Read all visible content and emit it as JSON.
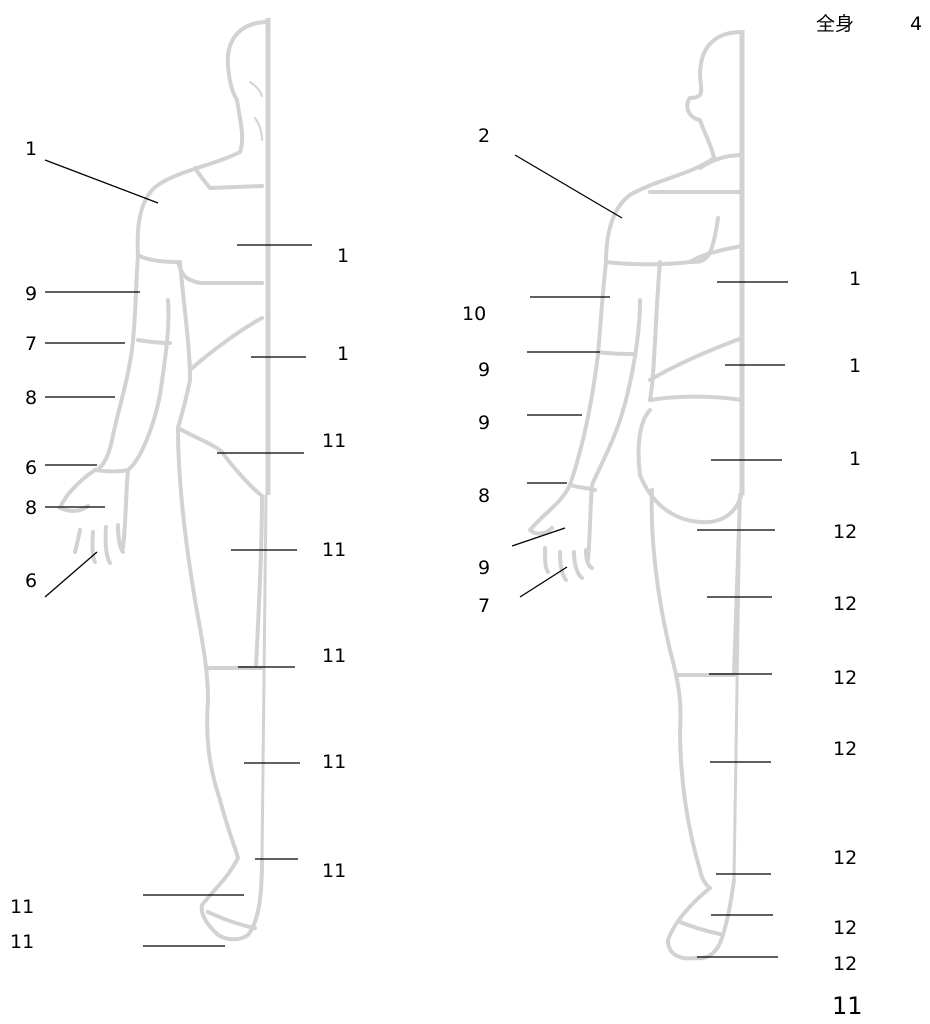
{
  "title": "全身",
  "page_number": "4",
  "footer_number": "11",
  "front_labels": [
    "1",
    "1",
    "1",
    "9",
    "7",
    "8",
    "6",
    "8",
    "6",
    "11",
    "11",
    "11",
    "11",
    "11",
    "11",
    "11"
  ],
  "back_labels": [
    "2",
    "10",
    "9",
    "9",
    "8",
    "9",
    "7",
    "1",
    "1",
    "1",
    "12",
    "12",
    "12",
    "12",
    "12",
    "12",
    "12"
  ]
}
